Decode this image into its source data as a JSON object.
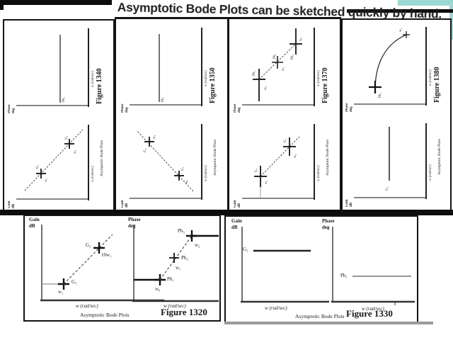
{
  "title": "Asymptotic Bode Plots can be sketched quickly by hand.",
  "accent_teal": "#9cd8d3",
  "common": {
    "gain": "Gain",
    "db": "dB",
    "phase": "Phase",
    "deg": "deg",
    "xlabel": "w (rad/sec)",
    "footer": "Asymptotic Bode Plots"
  },
  "fig1340": {
    "caption": "Figure 1340",
    "g1": "G₁",
    "w1": "w₁",
    "g2": "G₂",
    "w2": "w₂",
    "ph1": "Ph₁"
  },
  "fig1350": {
    "caption": "Figure 1350",
    "g1": "G₁",
    "w1": "w₁",
    "g2": "G₂",
    "w2": "w₂",
    "ph1": "Ph₁"
  },
  "fig1370": {
    "caption": "Figure 1370",
    "g1": "G₁",
    "w1": "w₁",
    "g2": "G₂",
    "w2": "w₂",
    "ph1": "Ph₁",
    "w0": "w₀",
    "ph2": "Ph₂",
    "pw1": "w₁",
    "ph3": "Ph₃",
    "pw2": "w₂"
  },
  "fig1380": {
    "caption": "Figure 1380",
    "g1": "G₁",
    "ph1": "Ph₁",
    "w1": "w₁"
  },
  "fig1320": {
    "caption": "Figure 1320",
    "g1": "G₁",
    "w1": "w₁",
    "g2": "G₂",
    "tenw1": "10w₁",
    "ph1": "Ph₁",
    "w0": "w₀",
    "ph2": "Ph₂",
    "pw1": "w₁",
    "ph3": "Ph₃",
    "pw2": "w₂"
  },
  "fig1330": {
    "caption": "Figure 1330",
    "g1": "G₁",
    "ph1": "Ph₁"
  }
}
